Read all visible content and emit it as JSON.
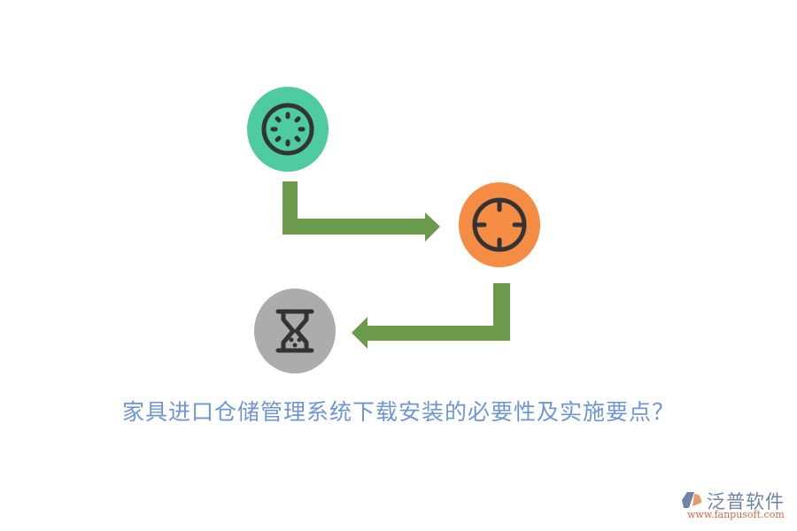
{
  "diagram": {
    "title": "家具进口仓储管理系统下载安装的必要性及实施要点？",
    "nodes": [
      {
        "id": "node1",
        "icon": "loading-spinner-icon",
        "color": "#4ecba0"
      },
      {
        "id": "node2",
        "icon": "crosshair-target-icon",
        "color": "#f58c44"
      },
      {
        "id": "node3",
        "icon": "hourglass-icon",
        "color": "#acacac"
      }
    ],
    "arrows": [
      {
        "from": "node1",
        "to": "node2",
        "color": "#6a9a4a"
      },
      {
        "from": "node2",
        "to": "node3",
        "color": "#6a9a4a"
      }
    ],
    "icon_stroke_color": "#333333",
    "title_color": "#6f96d4"
  },
  "logo": {
    "name": "泛普软件",
    "url": "www.fanpusoft.com"
  }
}
